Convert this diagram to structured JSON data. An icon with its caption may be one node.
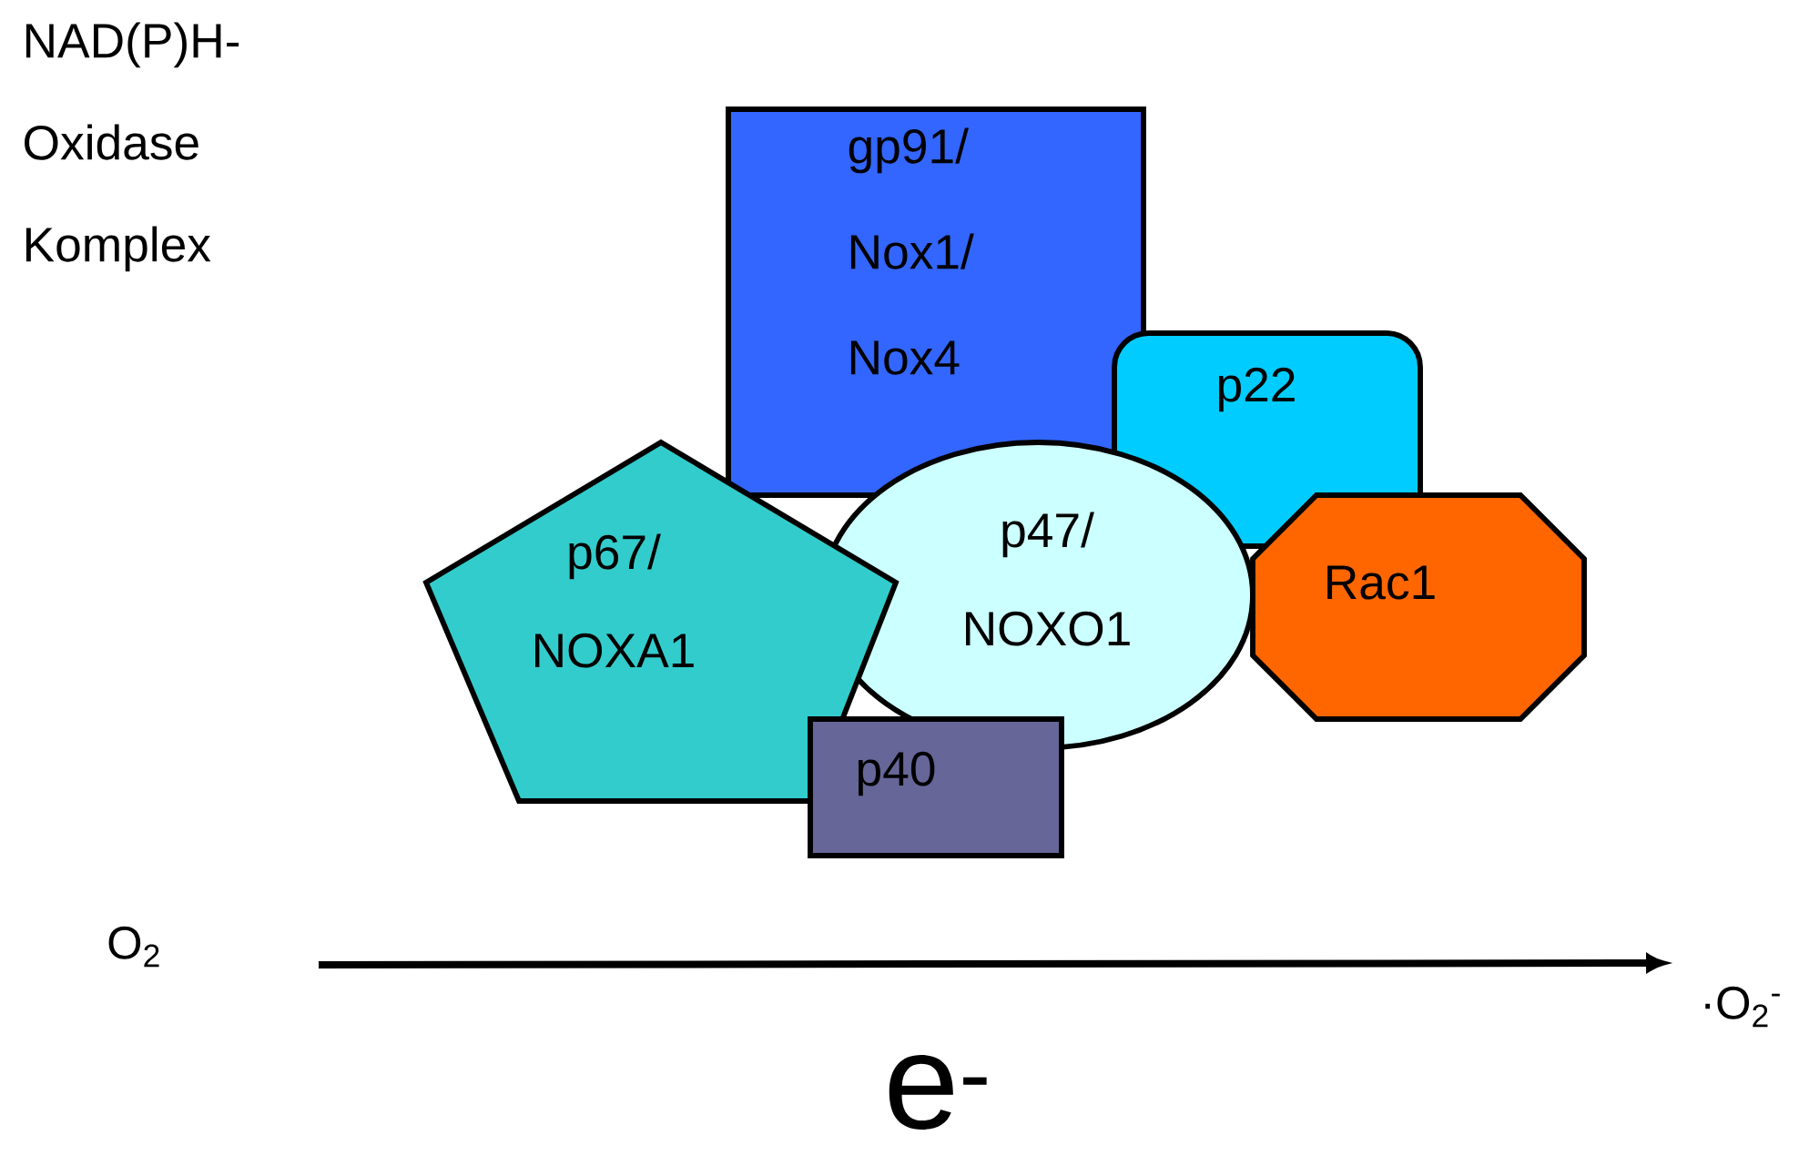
{
  "diagram": {
    "nodes": [
      {
        "text": [
          "gp91/ Nox1/ Nox4"
        ]
      },
      {
        "text": [
          "p22"
        ]
      },
      {
        "text": [
          "p47/ NOXO1"
        ]
      },
      {
        "text": [
          "Rac1"
        ]
      },
      {
        "text": [
          "p67/ NOXA1"
        ]
      },
      {
        "text": [
          "p40"
        ]
      },
      {
        "text": [
          "O$_{2}$"
        ]
      },
      {
        "text": [
          "·O$_{2}$$^{-}$"
        ]
      }
    ],
    "edges": [
      {
        "from": null,
        "to": 7,
        "arrow": "to"
      }
    ],
    "labels": [
      "NAD(P)H- Oxidase Komplex",
      "e$^{-}$"
    ]
  }
}
